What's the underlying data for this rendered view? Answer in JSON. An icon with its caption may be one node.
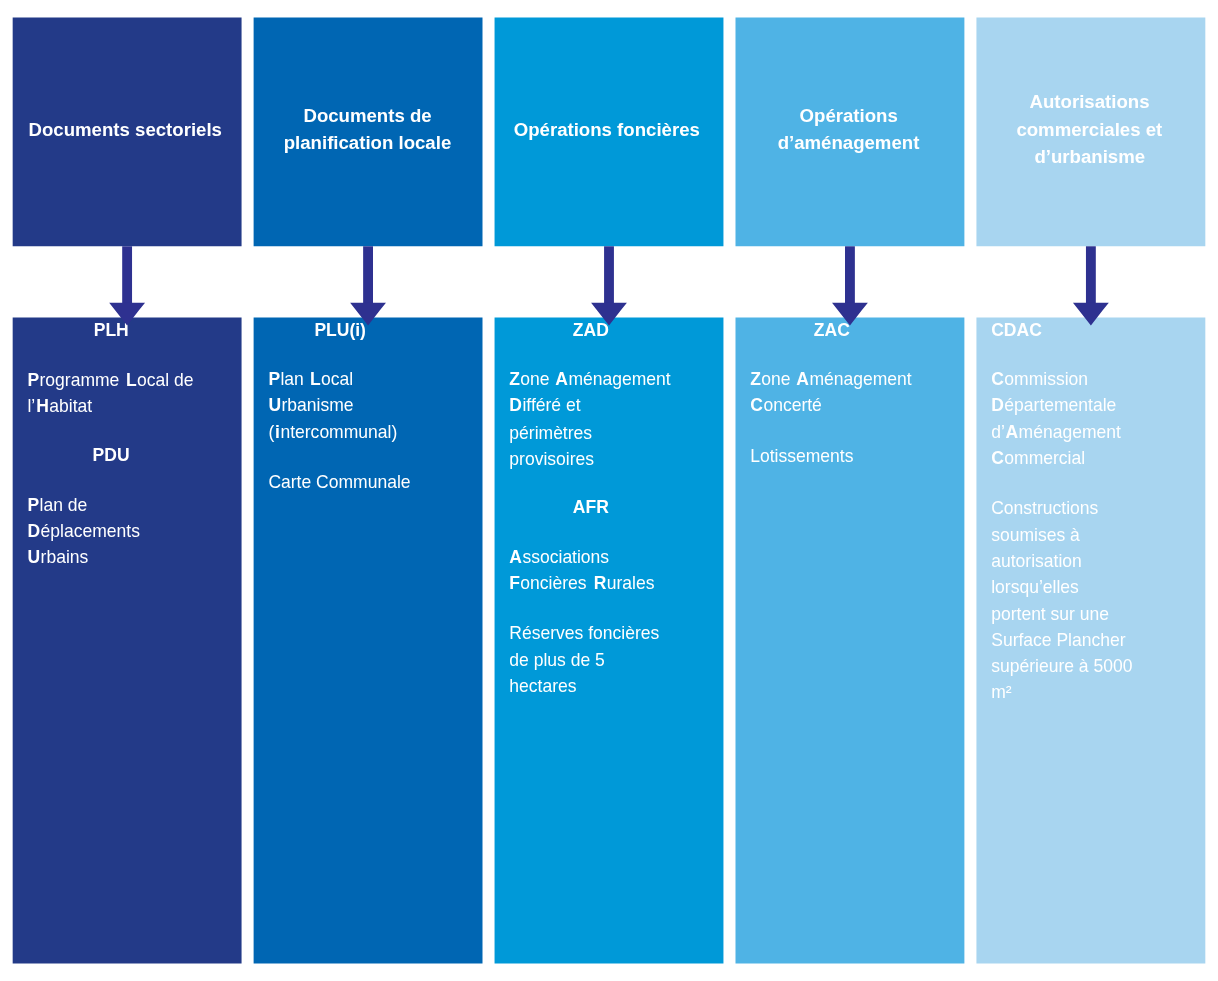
{
  "diagram": {
    "nodes": [
      {
        "text": [
          "Documents sectoriels"
        ]
      },
      {
        "text": [
          "Documents de planification locale"
        ]
      },
      {
        "text": [
          "Opérations foncières"
        ]
      },
      {
        "text": [
          "Opérations d’aménagement"
        ]
      },
      {
        "text": [
          "Autorisations commerciales et d’urbanisme"
        ]
      },
      {
        "text": [
          "PLH",
          "**P**rogramme **L**ocal de l’**H**abitat",
          "PDU",
          "**P**lan de **D**éplacements **U**rbains"
        ]
      },
      {
        "text": [
          "PLU(i)",
          "**P**lan **L**ocal **U**rbanisme (**i**ntercommunal)",
          "Carte Communale"
        ]
      },
      {
        "text": [
          "ZAD",
          "**Z**one **A**ménagement **D**ifféré et périmètres provisoires",
          "AFR",
          "**A**ssociations **F**oncières **R**urales",
          "Réserves foncières de plus de 5 hectares"
        ]
      },
      {
        "text": [
          "ZAC",
          "**Z**one **A**ménagement **C**oncerté",
          "Lotissements"
        ]
      },
      {
        "text": [
          "CDAC",
          "**C**ommission **D**épartementale d’**A**ménagement **C**ommercial",
          "Constructions soumises à autorisation lorsqu’elles portent sur une Surface Plancher supérieure à 5000 m²"
        ]
      }
    ],
    "edges": [
      {
        "from": 0,
        "to": 5,
        "arrow": "to"
      },
      {
        "from": 1,
        "to": 6,
        "arrow": "to"
      },
      {
        "from": 2,
        "to": 7,
        "arrow": "to"
      },
      {
        "from": 3,
        "to": 8,
        "arrow": "to"
      },
      {
        "from": 4,
        "to": 9,
        "arrow": "to"
      }
    ]
  }
}
